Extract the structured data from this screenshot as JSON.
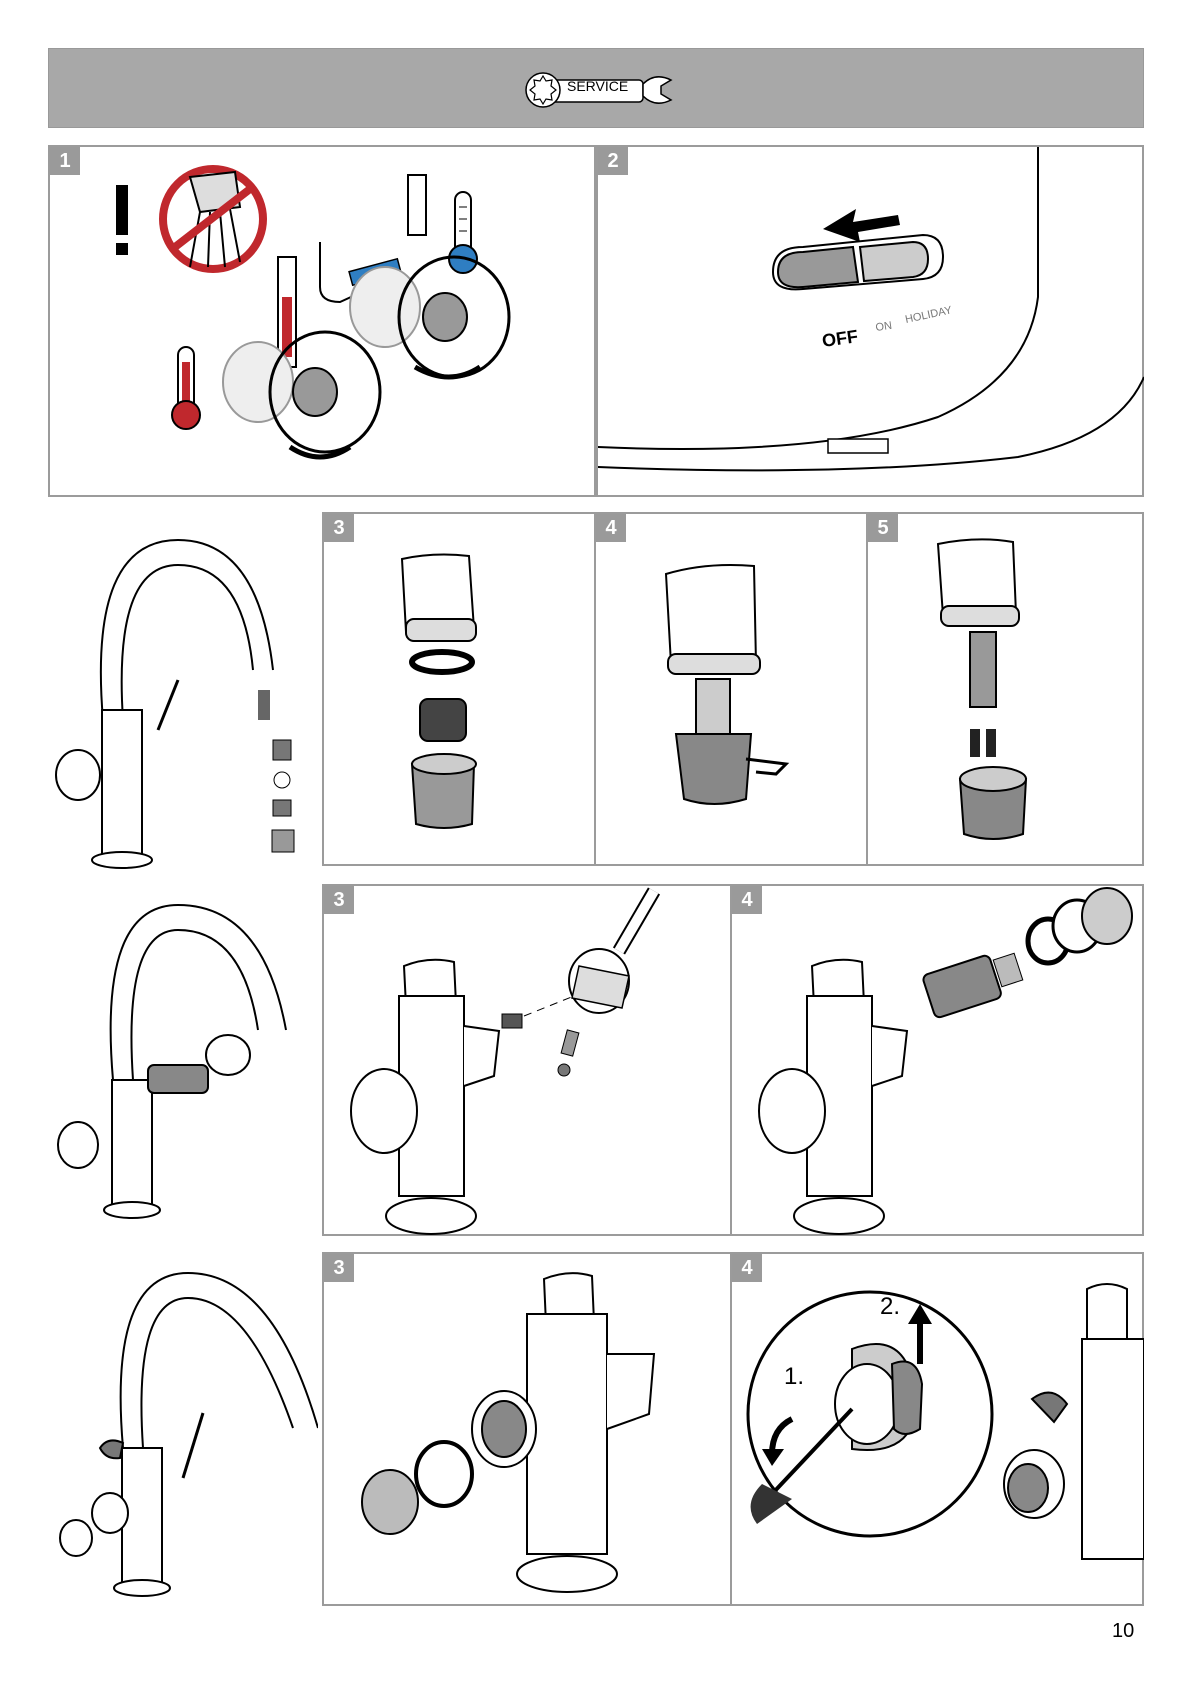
{
  "header": {
    "service_label": "SERVICE"
  },
  "steps": {
    "row1": [
      "1",
      "2"
    ],
    "row2": [
      "3",
      "4",
      "5"
    ],
    "row3": [
      "3",
      "4"
    ],
    "row4": [
      "3",
      "4"
    ]
  },
  "switch": {
    "off": "OFF",
    "on": "ON",
    "holiday": "HOLIDAY"
  },
  "callouts": {
    "first": "1.",
    "second": "2."
  },
  "page_number": "10"
}
